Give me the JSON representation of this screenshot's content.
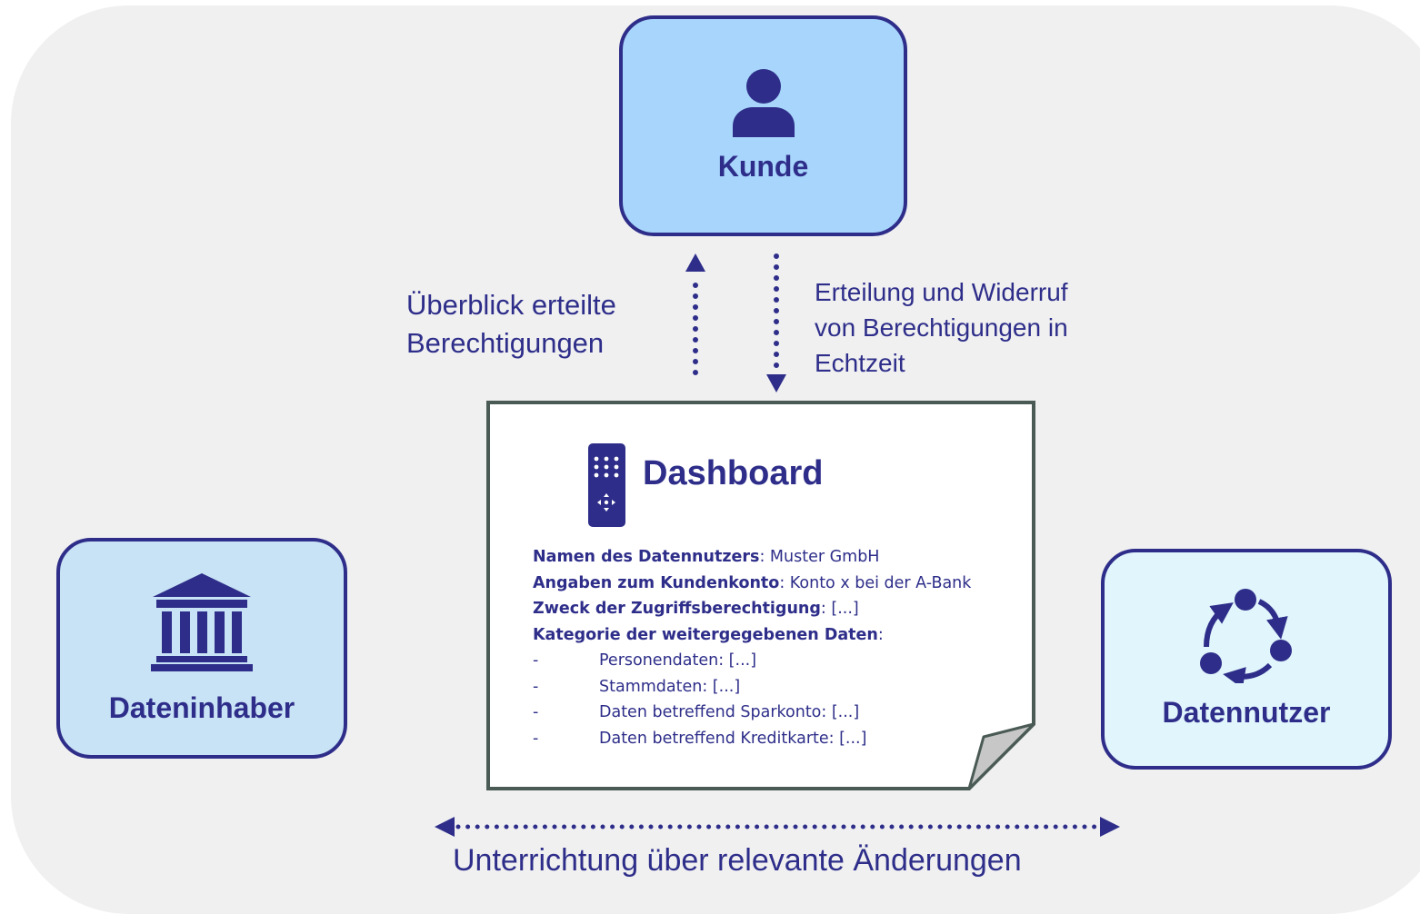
{
  "nodes": {
    "kunde": {
      "label": "Kunde",
      "icon": "person-icon"
    },
    "dateninhaber": {
      "label": "Dateninhaber",
      "icon": "bank-icon"
    },
    "datennutzer": {
      "label": "Datennutzer",
      "icon": "cycle-icon"
    }
  },
  "edges": {
    "overview_label": "Überblick erteilte\nBerechtigungen",
    "grant_label": "Erteilung und Widerruf\nvon Berechtigungen in\nEchtzeit",
    "updates_label": "Unterrichtung über relevante Änderungen"
  },
  "dashboard": {
    "title": "Dashboard",
    "icon": "remote-control-icon",
    "fields": [
      {
        "label": "Namen des Datennutzers",
        "value": ": Muster GmbH"
      },
      {
        "label": "Angaben zum Kundenkonto",
        "value": ": Konto x bei der A-Bank"
      },
      {
        "label": "Zweck der Zugriffsberechtigung",
        "value": ": [...]"
      },
      {
        "label": "Kategorie der weitergegebenen Daten",
        "value": ":"
      }
    ],
    "categories": [
      "Personendaten: [...]",
      "Stammdaten: [...]",
      "Daten betreffend Sparkonto: [...]",
      "Daten betreffend Kreditkarte: [...]"
    ],
    "bullet": "-"
  },
  "colors": {
    "primary": "#2e2e8a",
    "background": "#f0f0f1",
    "kunde_fill": "#a7d5fb",
    "dateninhaber_fill": "#c8e3f5",
    "datennutzer_fill": "#e0f5fc",
    "document_border": "#4a5a55",
    "fold_fill": "#c7c7c7"
  }
}
